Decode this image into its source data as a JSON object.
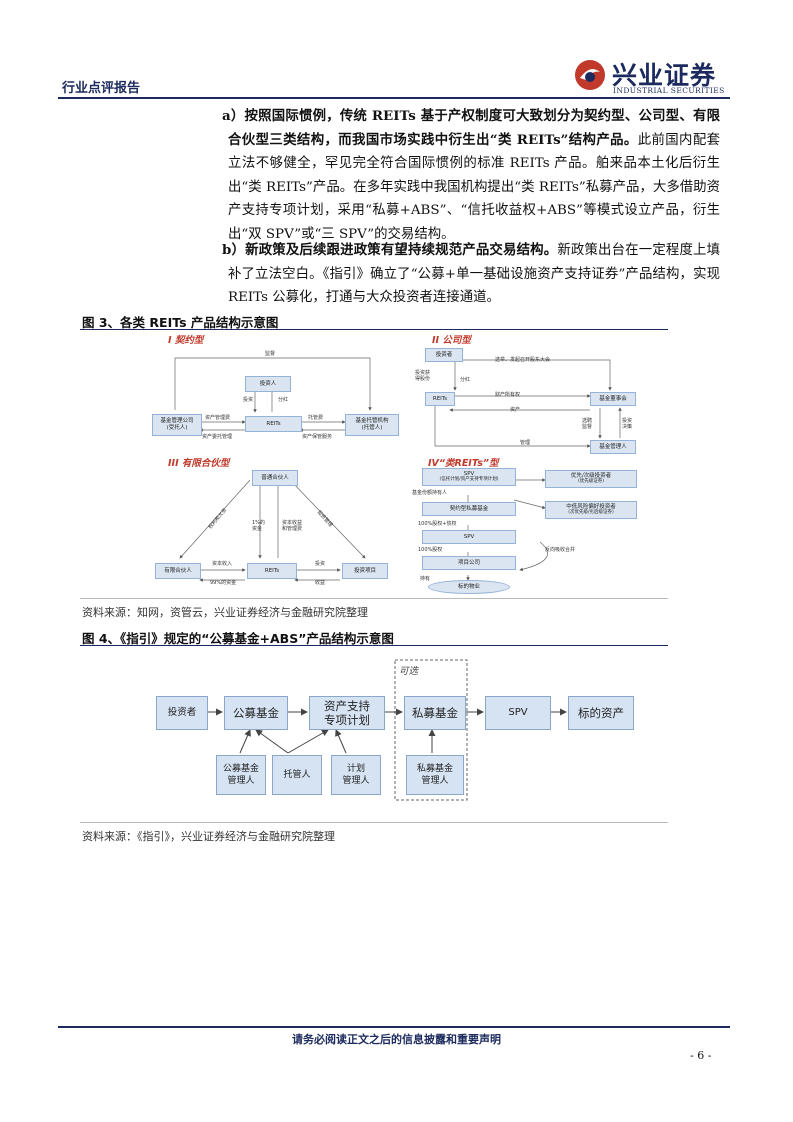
{
  "header": {
    "report_type": "行业点评报告",
    "logo_cn": "兴业证券",
    "logo_en": "INDUSTRIAL SECURITIES"
  },
  "body": {
    "p1_label": "a）",
    "p1_bold": "按照国际惯例，传统 REITs 基于产权制度可大致划分为契约型、公司型、有限合伙型三类结构，而我国市场实践中衍生出“类 REITs”结构产品。",
    "p1_rest": "此前国内配套立法不够健全，罕见完全符合国际惯例的标准 REITs 产品。舶来品本土化后衍生出“类 REITs”产品。在多年实践中我国机构提出“类 REITs”私募产品，大多借助资产支持专项计划，采用“私募+ABS”、“信托收益权+ABS”等模式设立产品，衍生出“双 SPV”或“三 SPV”的交易结构。",
    "p2_label": "b）",
    "p2_bold": "新政策及后续跟进政策有望持续规范产品交易结构。",
    "p2_rest": "新政策出台在一定程度上填补了立法空白。《指引》确立了“公募+单一基础设施资产支持证券”产品结构，实现 REITs 公募化，打通与大众投资者连接通道。"
  },
  "fig3": {
    "title": "图 3、各类 REITs 产品结构示意图",
    "q1": {
      "title": "I 契约型",
      "investor": "投资人",
      "reits": "REITs",
      "manager": "基金管理公司\n(受托人)",
      "custodian": "基金托管机构\n(托管人)",
      "l_supervise": "监督",
      "l_invest": "投资",
      "l_dividend": "分红",
      "l_mgmt_fee": "资产管理费",
      "l_mgmt_entrust": "资产委托管理",
      "l_custody_fee": "托管费",
      "l_custody_service": "资产保管服务"
    },
    "q2": {
      "title": "II 公司型",
      "investor": "投资者",
      "reits": "REITs",
      "board": "基金董事会",
      "manager": "基金管理人",
      "l_elect": "选举、发起召开股东大会",
      "l_invest_share": "投资获\n得股份",
      "l_dividend": "分红",
      "l_property": "财产所有权",
      "l_asset": "资产",
      "l_hire": "选聘\n监督",
      "l_decide": "投资\n决策",
      "l_manage": "管理"
    },
    "q3": {
      "title": "III 有限合伙型",
      "gp": "普通合伙人",
      "lp": "有限合伙人",
      "reits": "REITs",
      "project": "投资项目",
      "l_rights": "权利和义务",
      "l_one_pct": "1%的\n资金",
      "l_income": "资本收益\n和管理费",
      "l_invest_mgmt": "投资管理",
      "l_capital_income": "资本收入",
      "l_99": "99%的资金",
      "l_invest": "投资",
      "l_return": "收益"
    },
    "q4": {
      "title": "IV“类REITs”型",
      "spv": "SPV",
      "spv_sub": "(信托计划/资产支持专项计划)",
      "pe_fund": "契约型私募基金",
      "spv2": "SPV",
      "project_co": "项目公司",
      "target": "标的物业",
      "senior": "优先/次级投资者",
      "senior_sub": "(优先级证券)",
      "mezz": "中低风险偏好投资者",
      "mezz_sub": "(次优先级/劣后级证券)",
      "l_holder": "基金份额持有人",
      "l_100a": "100%股权+债权",
      "l_100b": "100%股权",
      "l_hold": "持有",
      "l_reverse": "反向吸收合并"
    }
  },
  "fig3_source": "资料来源：知网，资管云，兴业证券经济与金融研究院整理",
  "fig4": {
    "title": "图 4、《指引》规定的“公募基金+ABS”产品结构示意图",
    "optional": "可选",
    "investor": "投资者",
    "public_fund": "公募基金",
    "abs_plan": "资产支持\n专项计划",
    "private_fund": "私募基金",
    "spv": "SPV",
    "target_asset": "标的资产",
    "pf_manager": "公募基金\n管理人",
    "trustee": "托管人",
    "plan_manager": "计划\n管理人",
    "pv_manager": "私募基金\n管理人"
  },
  "fig4_source": "资料来源：《指引》，兴业证券经济与金融研究院整理",
  "footer": {
    "notice": "请务必阅读正文之后的信息披露和重要声明",
    "page": "- 6 -"
  },
  "colors": {
    "navy": "#1c2a5e",
    "red": "#c0392b",
    "box_blue": "#d6e3f3"
  }
}
